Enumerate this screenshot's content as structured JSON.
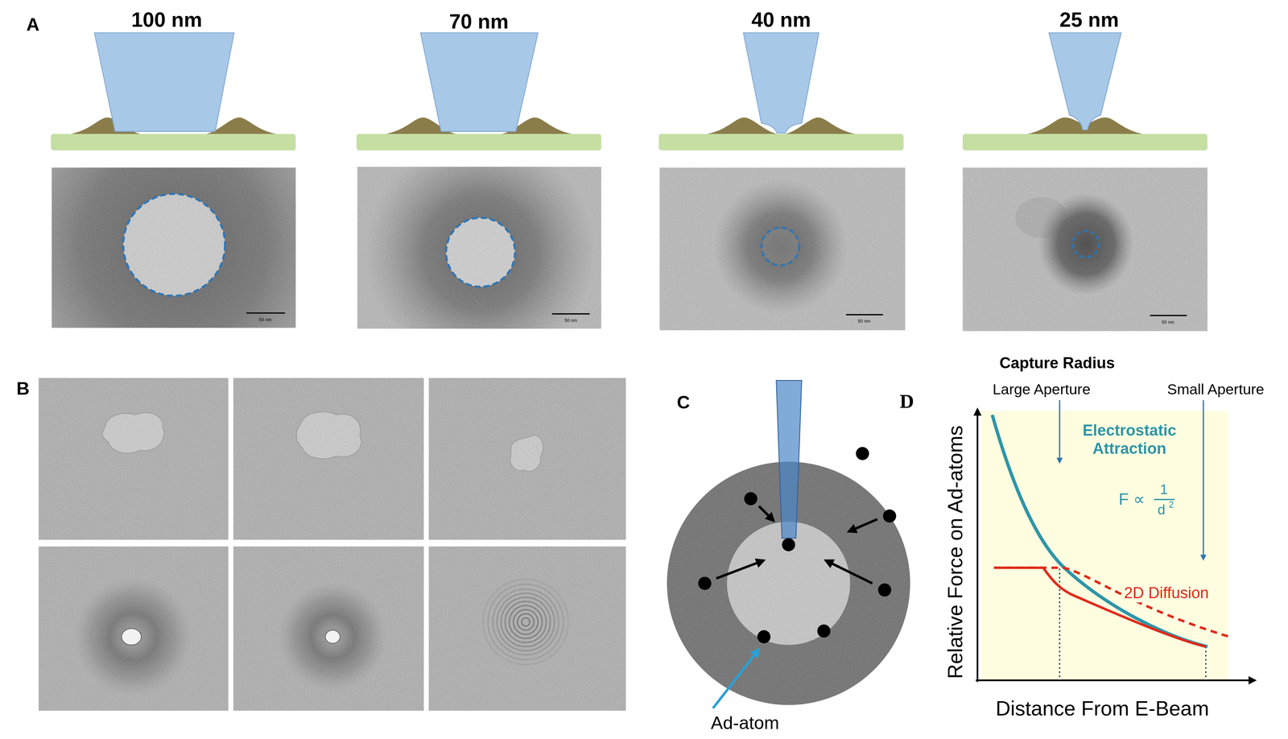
{
  "diagram": {
    "labels": [
      "A",
      "100 nm",
      "70 nm",
      "40 nm",
      "25 nm",
      "50 nm",
      "50 nm",
      "50 nm",
      "50 nm",
      "B",
      "C",
      "Ad-atom",
      "D",
      "Capture Radius",
      "Large Aperture",
      "Small Aperture",
      "Electrostatic Attraction",
      "F ∝",
      "1",
      "d",
      "2",
      "2D Diffusion",
      "Relative Force on Ad-atoms",
      "Distance From E-Beam"
    ]
  }
}
